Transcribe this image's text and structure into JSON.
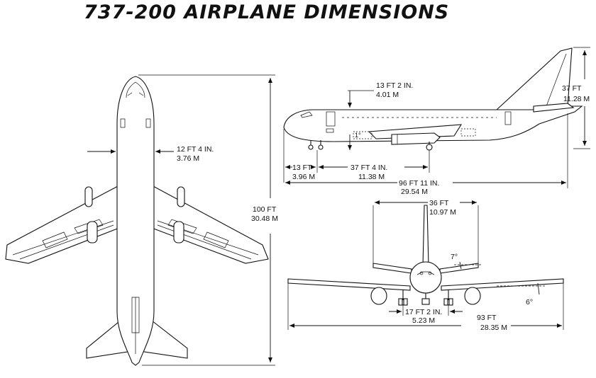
{
  "title": "737-200 AIRPLANE DIMENSIONS",
  "top_view": {
    "fuselage_width": {
      "imperial": "12 FT 4 IN.",
      "metric": "3.76 M"
    },
    "overall_length": {
      "imperial": "100 FT",
      "metric": "30.48 M"
    }
  },
  "side_view": {
    "cabin_height": {
      "imperial": "13 FT 2 IN.",
      "metric": "4.01 M"
    },
    "tail_height": {
      "imperial": "37 FT",
      "metric": "11.28 M"
    },
    "nose_to_gear": {
      "imperial": "13 FT",
      "metric": "3.96 M"
    },
    "wheelbase": {
      "imperial": "37 FT 4 IN.",
      "metric": "11.38 M"
    },
    "fuselage_length": {
      "imperial": "96 FT 11 IN.",
      "metric": "29.54 M"
    },
    "incidence_angle": "1°"
  },
  "front_view": {
    "stabilizer_span": {
      "imperial": "36 FT",
      "metric": "10.97 M"
    },
    "stabilizer_dihedral": "7°",
    "wing_dihedral": "6°",
    "main_gear_track": {
      "imperial": "17 FT 2 IN.",
      "metric": "5.23 M"
    },
    "wingspan": {
      "imperial": "93 FT",
      "metric": "28.35 M"
    }
  }
}
